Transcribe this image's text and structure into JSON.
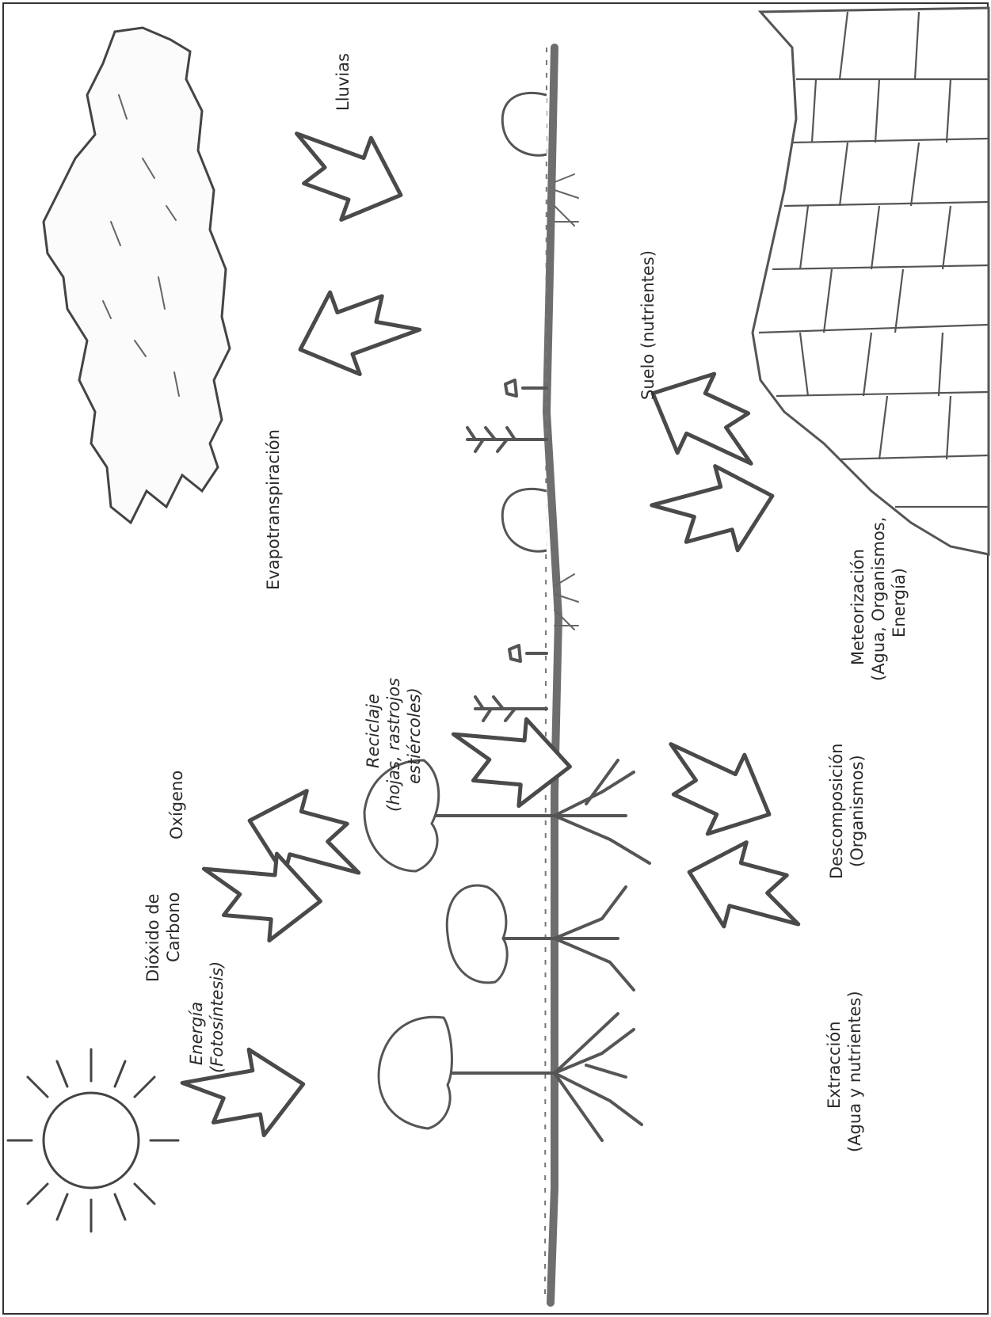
{
  "labels": {
    "lluvias": "Lluvias",
    "evapotranspiracion": "Evapotranspiración",
    "suelo": "Suelo (nutrientes)",
    "meteorizacion_1": "Meteorización",
    "meteorizacion_2": "(Agua, Organismos,",
    "meteorizacion_3": "Energía)",
    "oxigeno": "Oxígeno",
    "reciclaje_1": "Reciclaje",
    "reciclaje_2": "(hojas, rastrojos",
    "reciclaje_3": "estiércoles)",
    "descomposicion_1": "Descomposición",
    "descomposicion_2": "(Organismos)",
    "dioxido_1": "Dióxido de",
    "dioxido_2": "Carbono",
    "energia_1": "Energía",
    "energia_2": "(Fotosíntesis)",
    "extraccion_1": "Extracción",
    "extraccion_2": "(Agua y nutrientes)"
  },
  "colors": {
    "ink": "#4a4a4a",
    "background": "#ffffff"
  }
}
